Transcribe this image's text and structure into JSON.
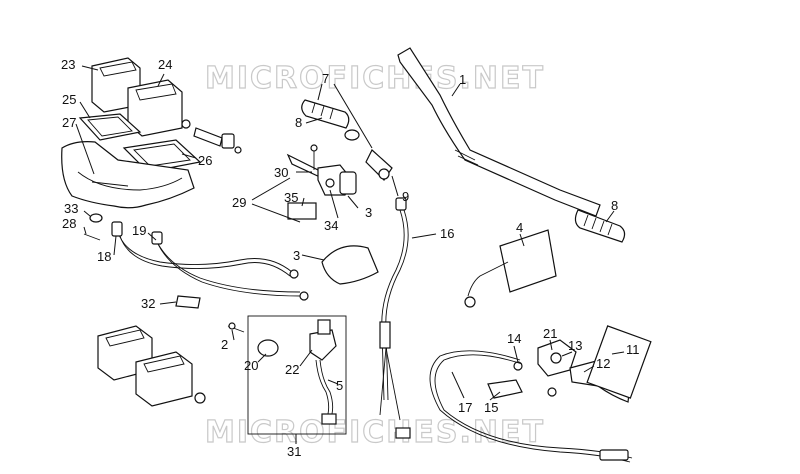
{
  "watermark_top": "MICROFICHES.NET",
  "watermark_bottom": "MICROFICHES.NET",
  "callouts": {
    "c1": "1",
    "c2": "2",
    "c3a": "3",
    "c3b": "3",
    "c4": "4",
    "c5": "5",
    "c7": "7",
    "c8a": "8",
    "c8b": "8",
    "c9": "9",
    "c11": "11",
    "c12": "12",
    "c13": "13",
    "c14": "14",
    "c15": "15",
    "c16": "16",
    "c17": "17",
    "c18": "18",
    "c19": "19",
    "c20": "20",
    "c21": "21",
    "c22": "22",
    "c23": "23",
    "c24": "24",
    "c25": "25",
    "c26": "26",
    "c27": "27",
    "c28": "28",
    "c29": "29",
    "c30": "30",
    "c31": "31",
    "c32": "32",
    "c33": "33",
    "c34": "34",
    "c35": "35"
  }
}
